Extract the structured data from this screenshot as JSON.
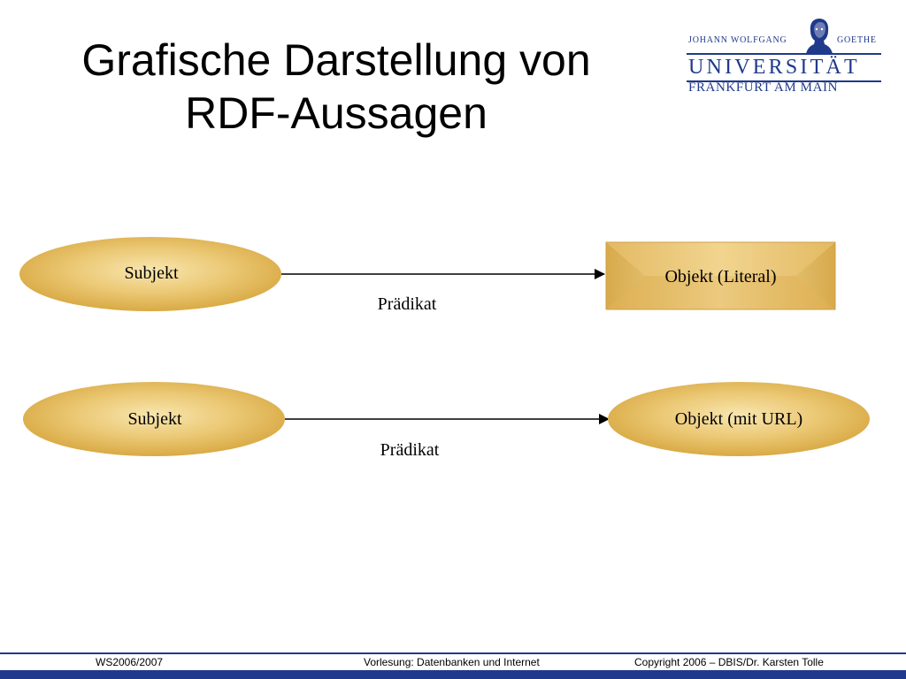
{
  "slide": {
    "title_line1": "Grafische Darstellung von",
    "title_line2": "RDF-Aussagen"
  },
  "logo": {
    "top_left": "JOHANN WOLFGANG",
    "top_right": "GOETHE",
    "university": "UNIVERSITÄT",
    "city": "FRANKFURT AM MAIN",
    "color": "#1f3a8c"
  },
  "diagram": {
    "rows": [
      {
        "subject": "Subjekt",
        "predicate": "Prädikat",
        "object": "Objekt (Literal)",
        "object_shape": "rectangle"
      },
      {
        "subject": "Subjekt",
        "predicate": "Prädikat",
        "object": "Objekt (mit URL)",
        "object_shape": "ellipse"
      }
    ],
    "node_fill": "#e2b85a",
    "node_fill_light": "#f6e3ab"
  },
  "footer": {
    "left": "WS2006/2007",
    "center": "Vorlesung: Datenbanken und Internet",
    "right": "Copyright 2006 – DBIS/Dr. Karsten Tolle",
    "color": "#1f3a8c"
  }
}
